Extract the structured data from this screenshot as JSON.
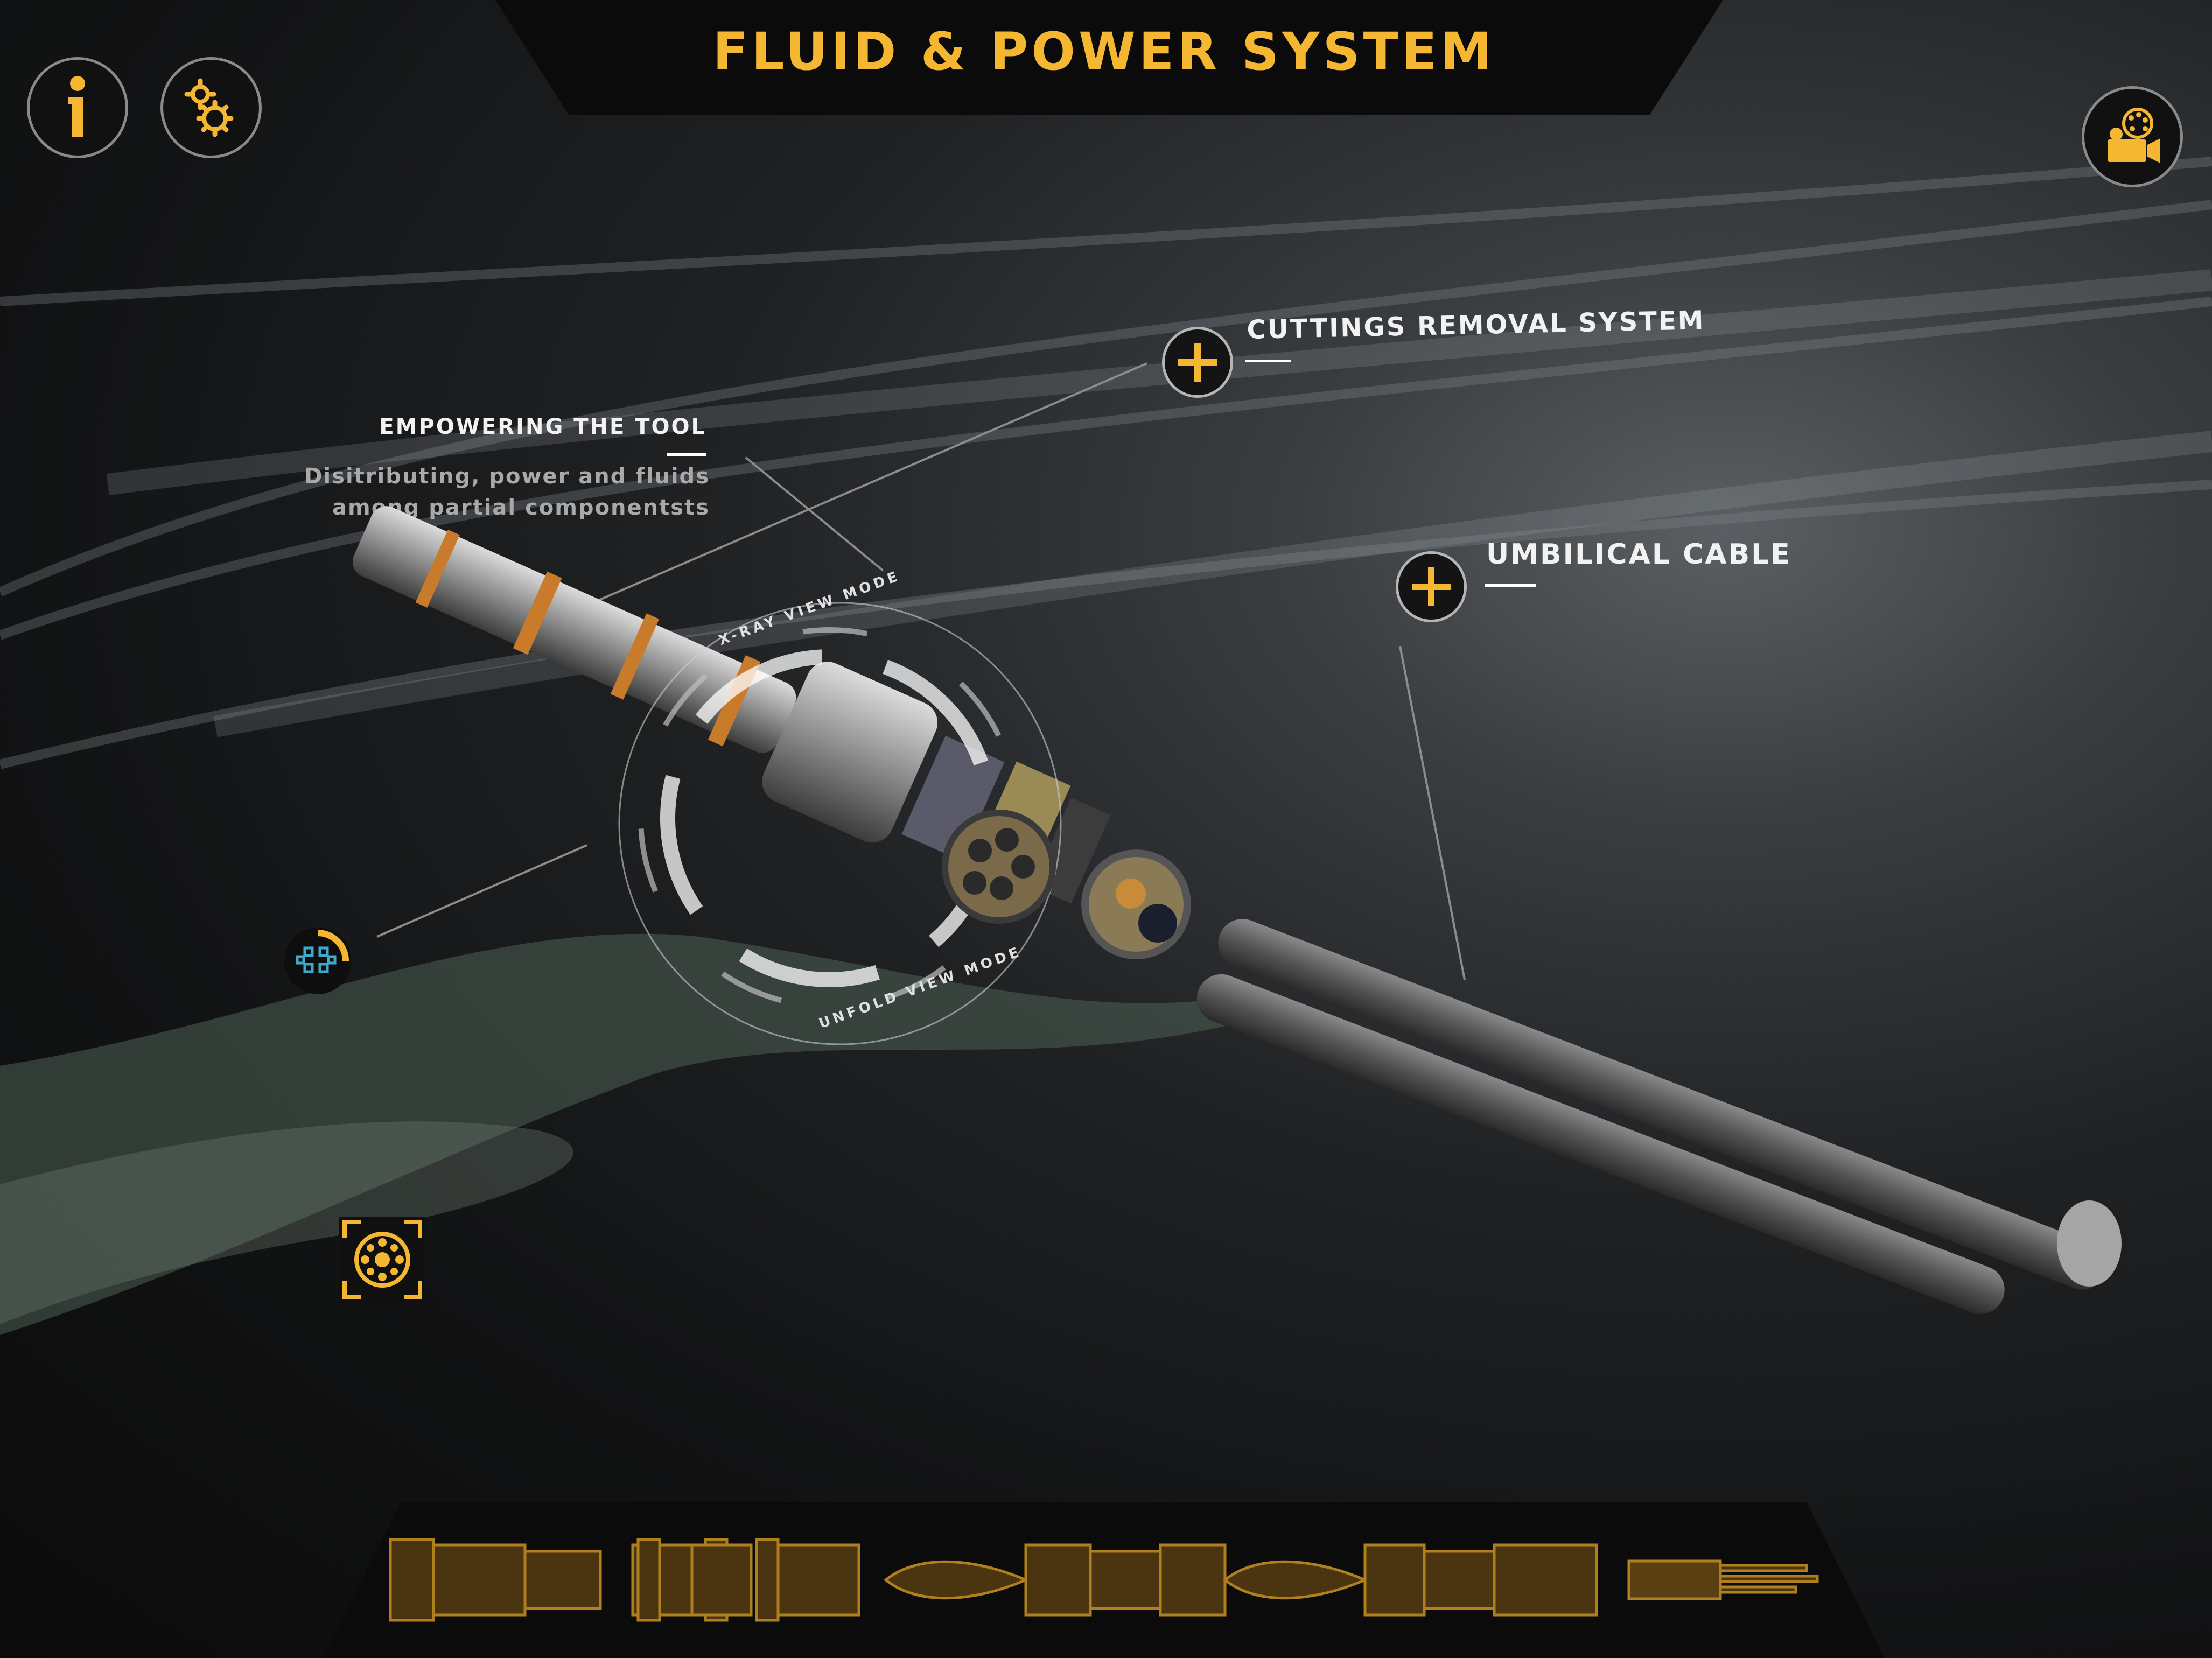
{
  "app": {
    "title": "FLUID & POWER SYSTEM"
  },
  "toolbar": {
    "info_icon": "info-icon",
    "settings_icon": "gears-icon",
    "video_icon": "video-camera-icon"
  },
  "annotations": {
    "cuttings": {
      "title": "CUTTINGS REMOVAL SYSTEM"
    },
    "umbilical": {
      "title": "UMBILICAL CABLE"
    },
    "empowering": {
      "title": "EMPOWERING THE TOOL",
      "line1": "Disitributing, power and fluids",
      "line2": "among partial componentsts"
    }
  },
  "view_modes": {
    "xray_label": "X-RAY VIEW MODE",
    "unfold_label": "UNFOLD VIEW MODE"
  },
  "colors": {
    "accent": "#f5b731",
    "ring": "#b5b5b5",
    "background": "#121314",
    "cyan": "#3fa9c9"
  }
}
